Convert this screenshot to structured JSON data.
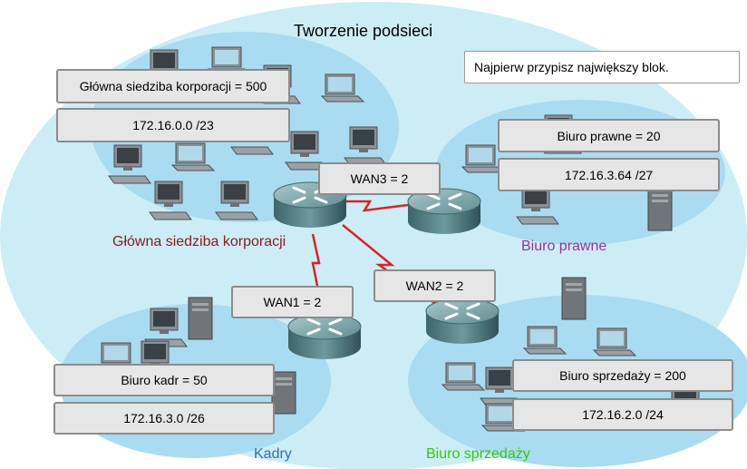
{
  "title": "Tworzenie podsieci",
  "note": "Najpierw przypisz największy blok.",
  "sites": {
    "hq": {
      "name": "Główna siedziba korporacji",
      "requirement": "Główna siedziba korporacji = 500",
      "subnet": "172.16.0.0 /23",
      "color": "#8b1a1a"
    },
    "legal": {
      "name": "Biuro prawne",
      "requirement": "Biuro prawne = 20",
      "subnet": "172.16.3.64 /27",
      "color": "#993399"
    },
    "hr": {
      "name": "Kadry",
      "requirement": "Biuro kadr = 50",
      "subnet": "172.16.3.0 /26",
      "color": "#2f6fb5"
    },
    "sales": {
      "name": "Biuro sprzedaży",
      "requirement": "Biuro sprzedaży = 200",
      "subnet": "172.16.2.0 /24",
      "color": "#33cc00"
    }
  },
  "wan": {
    "wan1": "WAN1 = 2",
    "wan2": "WAN2 = 2",
    "wan3": "WAN3 = 2"
  },
  "colors": {
    "cloud_outer": "#ccedf5",
    "cloud_inner": "#a9dcf0",
    "link": "#e02020",
    "router": "#4f7c82"
  }
}
